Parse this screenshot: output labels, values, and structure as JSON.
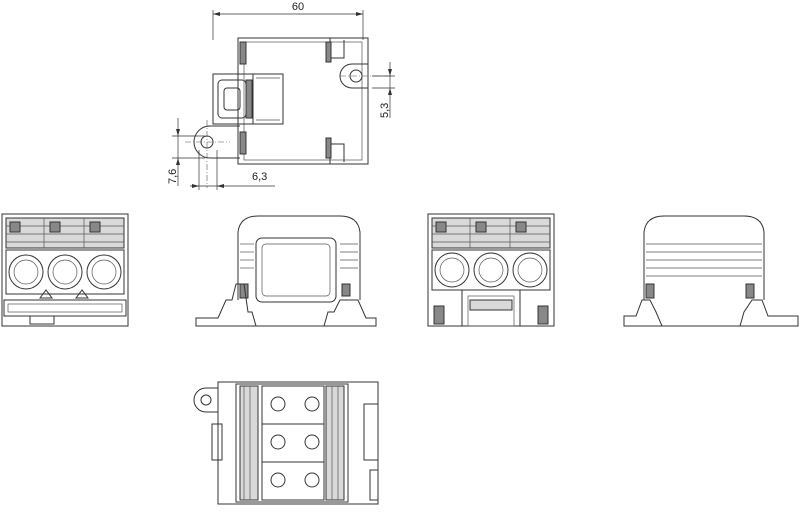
{
  "drawing": {
    "dimensions": {
      "width": "60",
      "slot_offset": "5,3",
      "hole_offset_vertical": "7,6",
      "hole_offset_horizontal": "6,3"
    }
  }
}
